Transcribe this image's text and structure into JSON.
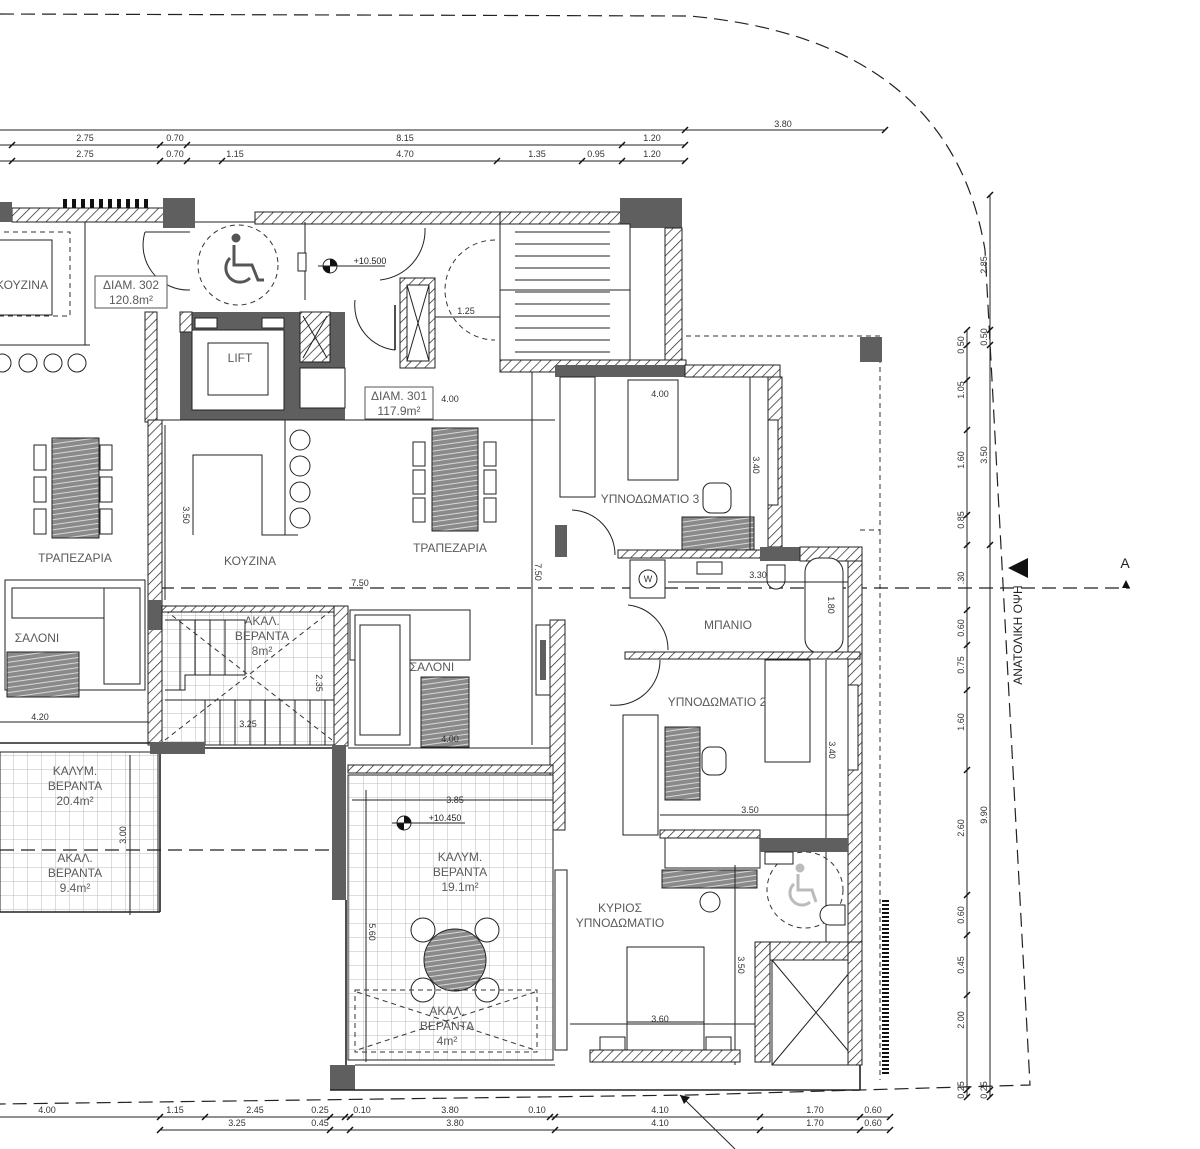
{
  "units": [
    {
      "name": "ΔΙΑΜ. 302",
      "area": "120.8m²"
    },
    {
      "name": "ΔΙΑΜ. 301",
      "area": "117.9m²"
    }
  ],
  "rooms": {
    "kitchen_302": "ΚΟΥΖΙΝΑ",
    "dining_302": "ΤΡΑΠΕΖΑΡΙΑ",
    "living_302": "ΣΑΛΟΝΙ",
    "covered_veranda_302": [
      "ΚΑΛΥΜ.",
      "ΒΕΡΑΝΤΑ",
      "20.4m²"
    ],
    "open_veranda_302": [
      "ΑΚΑΛ.",
      "ΒΕΡΑΝΤΑ",
      "9.4m²"
    ],
    "open_veranda_8": [
      "ΑΚΑΛ.",
      "ΒΕΡΑΝΤΑ",
      "8m²"
    ],
    "kitchen_301": "ΚΟΥΖΙΝΑ",
    "dining_301": "ΤΡΑΠΕΖΑΡΙΑ",
    "living_301": "ΣΑΛΟΝΙ",
    "bedroom_3": "ΥΠΝΟΔΩΜΑΤΙΟ 3",
    "bathroom": "ΜΠΑΝΙΟ",
    "bedroom_2": "ΥΠΝΟΔΩΜΑΤΙΟ 2",
    "master_bedroom": [
      "ΚΥΡΙΟΣ",
      "ΥΠΝΟΔΩΜΑΤΙΟ"
    ],
    "covered_veranda_301": [
      "ΚΑΛΥΜ.",
      "ΒΕΡΑΝΤΑ",
      "19.1m²"
    ],
    "open_veranda_4": [
      "ΑΚΑΛ.",
      "ΒΕΡΑΝΤΑ",
      "4m²"
    ],
    "lift": "LIFT",
    "washer": "W"
  },
  "levels": {
    "landing": "+10.500",
    "veranda": "+10.450"
  },
  "section_label": "A",
  "elevation_label": "ΑΝΑΤΟΛΙΚΗ ΟΨΗ",
  "dimensions": {
    "top_overall": [
      "3.80"
    ],
    "top_row1": [
      "2.75",
      "0.70",
      "8.15",
      "1.20"
    ],
    "top_row2": [
      "2.75",
      "0.70",
      "1.15",
      "4.70",
      "1.35",
      "0.95",
      "1.20"
    ],
    "bottom_row1": [
      "4.00",
      "1.15",
      "2.45",
      "0.25",
      "0.10",
      "3.80",
      "0.10",
      "4.10",
      "1.70",
      "0.60"
    ],
    "bottom_row2": [
      "3.25",
      "0.45",
      "3.80",
      "4.10",
      "1.70",
      "0.60"
    ],
    "right_inner": [
      "0.50",
      "1.05",
      "1.60",
      "0.85",
      ".30",
      "0.60",
      "0.75",
      "1.60",
      "2.60",
      "0.60",
      "0.45",
      "2.00",
      "0.25"
    ],
    "right_outer": [
      "2.85",
      "0.50",
      "3.50",
      "9.90",
      "0.25"
    ],
    "stair_width": "1.25",
    "room": {
      "kitchen_301_depth": "3.50",
      "living_302_width": "4.20",
      "open_veranda_8_depth": "2.35",
      "open_veranda_8_width": "3.25",
      "unit_301_width": "7.50",
      "unit_301_depth": "7.50",
      "living_301_width": "4.00",
      "bedroom_3_width": "4.00",
      "bedroom_3_depth": "3.40",
      "bath_width": "3.30",
      "bath_depth": "1.80",
      "bedroom_2_width": "3.50",
      "bedroom_2_depth": "3.40",
      "veranda_301_width": "3.85",
      "veranda_301_depth": "5.60",
      "veranda_302_depth": "3.00",
      "master_width": "3.60",
      "master_depth": "3.50"
    }
  }
}
